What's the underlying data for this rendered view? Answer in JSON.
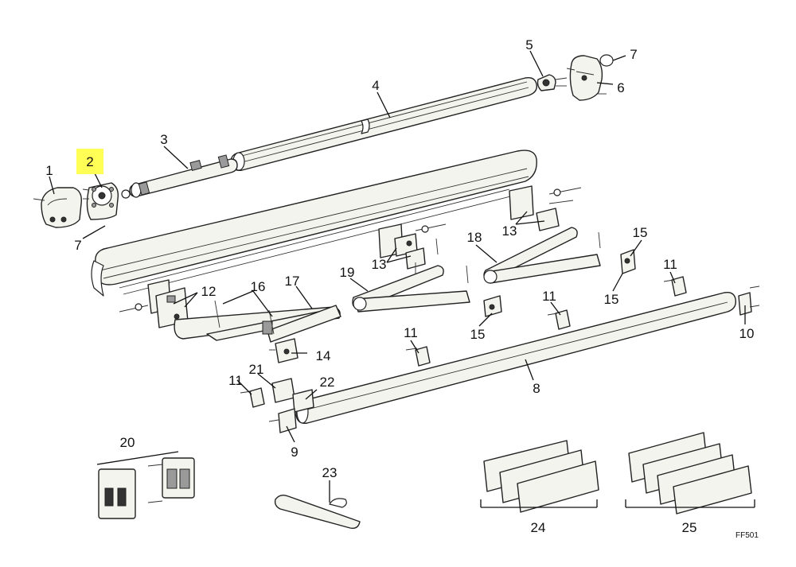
{
  "diagram": {
    "code": "FF501",
    "highlighted_callout": "2",
    "highlight_color": "#ffff55",
    "callouts": {
      "c1": "1",
      "c2": "2",
      "c3": "3",
      "c4": "4",
      "c5": "5",
      "c6": "6",
      "c7a": "7",
      "c7b": "7",
      "c8": "8",
      "c9": "9",
      "c10": "10",
      "c11a": "11",
      "c11b": "11",
      "c11c": "11",
      "c11d": "11",
      "c12": "12",
      "c13a": "13",
      "c13b": "13",
      "c14": "14",
      "c15a": "15",
      "c15b": "15",
      "c15c": "15",
      "c16": "16",
      "c17": "17",
      "c18": "18",
      "c19": "19",
      "c20": "20",
      "c21": "21",
      "c22": "22",
      "c23": "23",
      "c24": "24",
      "c25": "25"
    }
  }
}
